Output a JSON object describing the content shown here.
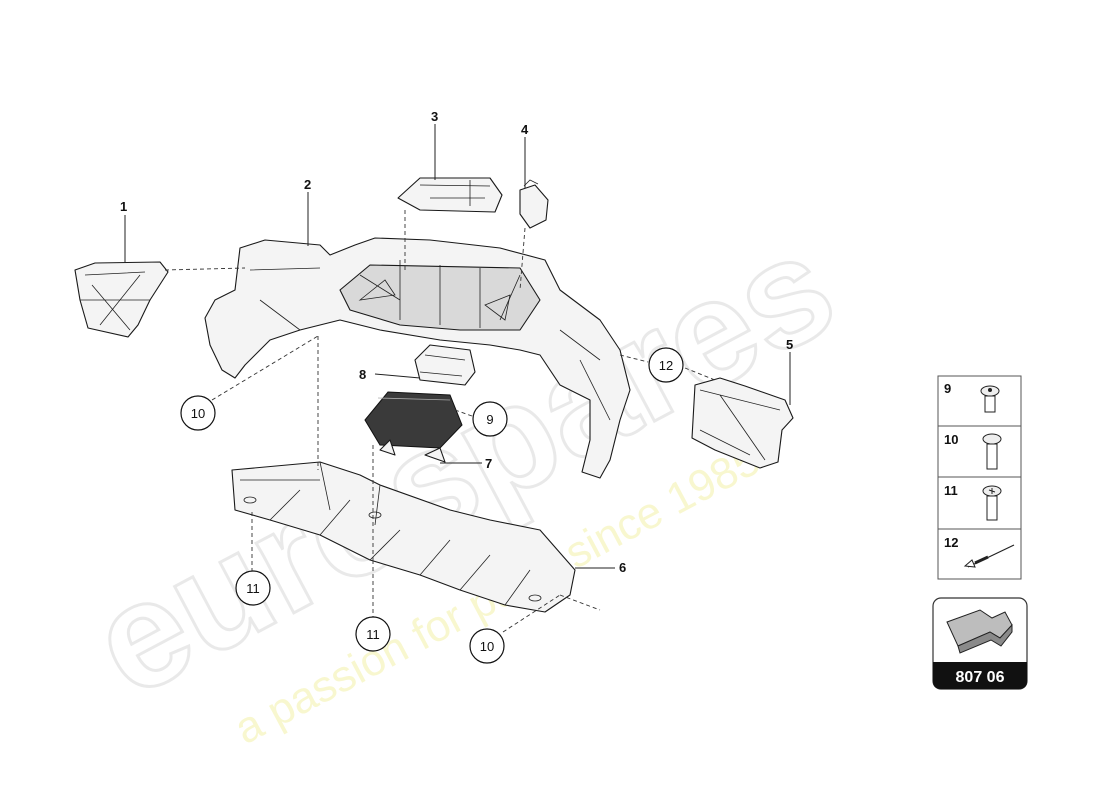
{
  "watermark": {
    "brand": "eurospares",
    "tagline": "a passion for parts since 1985"
  },
  "callouts": {
    "c1": "1",
    "c2": "2",
    "c3": "3",
    "c4": "4",
    "c5": "5",
    "c6": "6",
    "c7": "7",
    "c8": "8",
    "c9": "9",
    "c10a": "10",
    "c10b": "10",
    "c11a": "11",
    "c11b": "11",
    "c12": "12"
  },
  "legend": {
    "items": [
      {
        "number": "9",
        "icon": "screw-button-head-icon"
      },
      {
        "number": "10",
        "icon": "screw-long-head-icon"
      },
      {
        "number": "11",
        "icon": "screw-torx-head-icon"
      },
      {
        "number": "12",
        "icon": "rivet-icon"
      }
    ]
  },
  "page_ref": {
    "code": "807 06",
    "icon": "direction-arrow-icon"
  }
}
